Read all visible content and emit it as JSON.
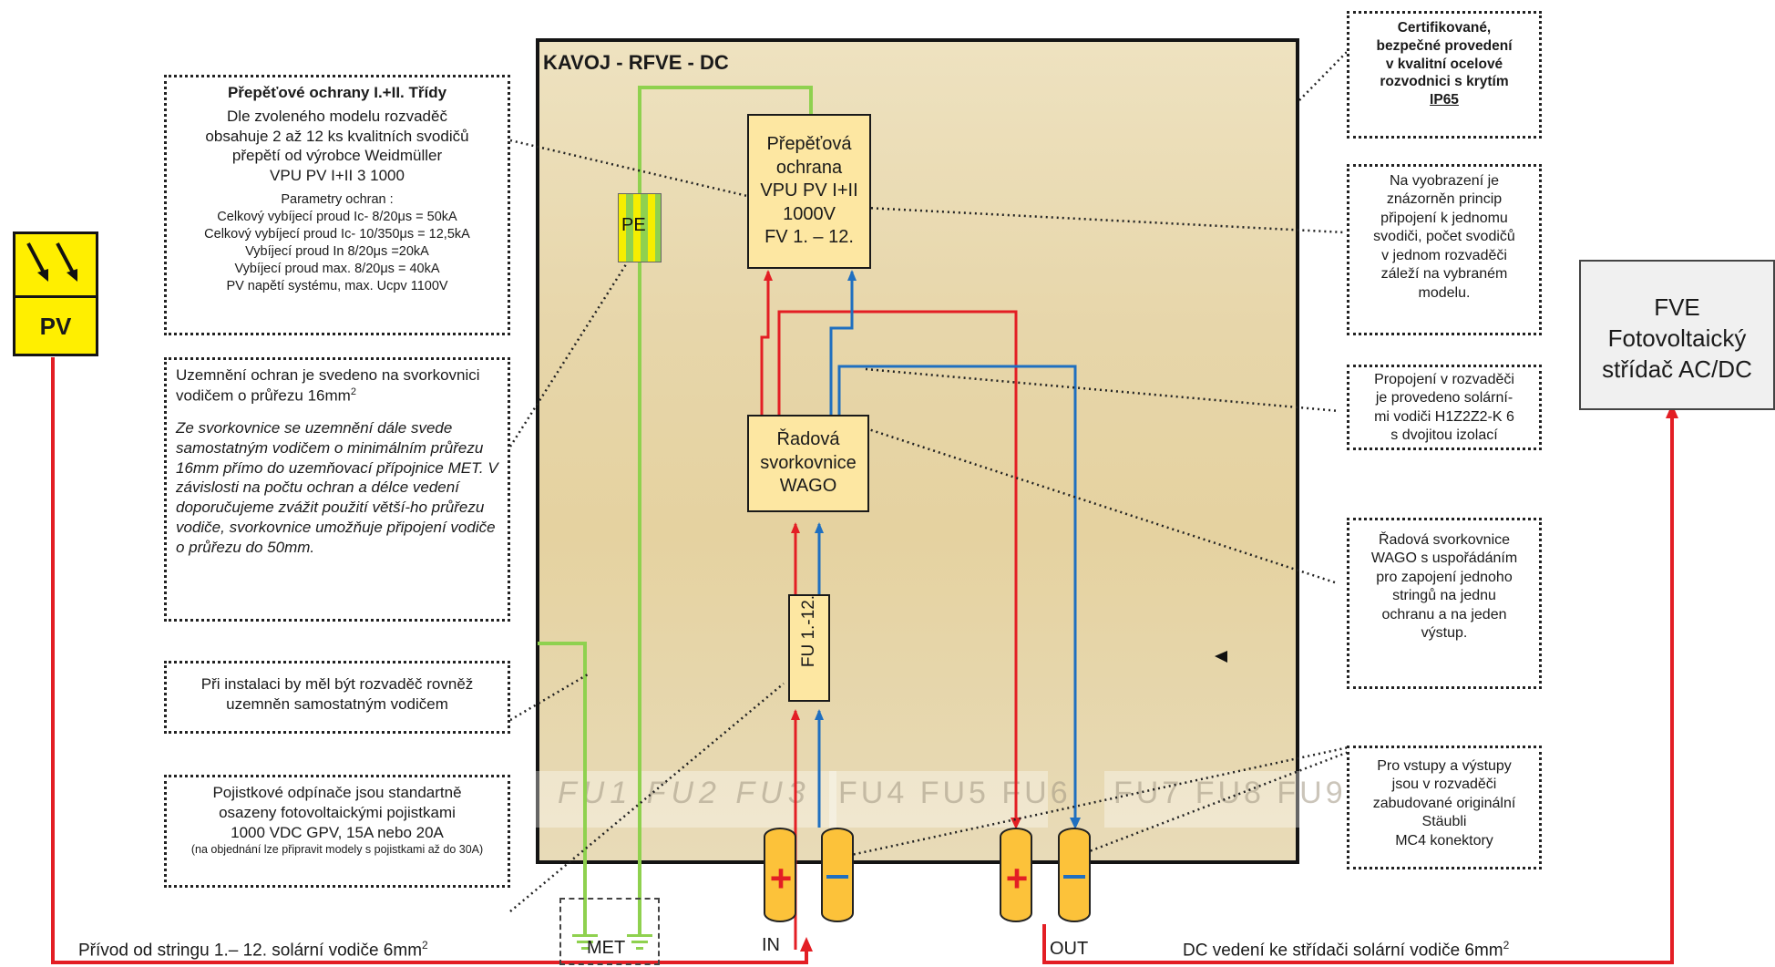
{
  "cabinet": {
    "title": "KAVOJ - RFVE - DC"
  },
  "pv": {
    "label": "PV"
  },
  "fve": {
    "line1": "FVE",
    "line2": "Fotovoltaický",
    "line3": "střídač AC/DC"
  },
  "components": {
    "surge": [
      "Přepěťová",
      "ochrana",
      "VPU PV I+II",
      "1000V",
      "FV 1. – 12."
    ],
    "pe": "PE",
    "terminal": [
      "Řadová",
      "svorkovnice",
      "WAGO"
    ],
    "fuse": "FU 1.-12.",
    "met": "MET",
    "fuse_labels_row": [
      "FU1",
      "FU2",
      "FU3",
      "FU4",
      "FU5",
      "FU6",
      "FU7",
      "FU8",
      "FU9"
    ]
  },
  "labels": {
    "in": "IN",
    "out": "OUT",
    "string_feed": "Přívod od stringu 1.– 12. solární vodiče 6mm",
    "dc_line": "DC vedení ke střídači solární vodiče 6mm",
    "sup2": "2"
  },
  "notes": {
    "surge_title": "Přepěťové ochrany I.+II. Třídy",
    "surge_body": [
      "Dle zvoleného modelu rozvaděč",
      "obsahuje 2 až 12 ks kvalitních svodičů",
      "přepětí od výrobce Weidmüller",
      "VPU PV I+II 3 1000"
    ],
    "params_title": "Parametry ochran :",
    "params": [
      "Celkový vybíjecí proud Ic- 8/20μs = 50kA",
      "Celkový vybíjecí proud Ic- 10/350μs = 12,5kA",
      "Vybíjecí proud In 8/20μs =20kA",
      "Vybíjecí proud max. 8/20μs = 40kA",
      "PV napětí systému, max. Ucpv 1100V"
    ],
    "grounding_intro": "Uzemnění ochran je svedeno na svorkovnici vodičem o průřezu 16mm",
    "grounding_italic": "Ze svorkovnice se uzemnění dále svede samostatným vodičem o minimálním průřezu 16mm přímo do uzemňovací přípojnice MET. V závislosti na počtu ochran a délce vedení doporučujeme zvážit použití větší-ho průřezu vodiče, svorkovnice umožňuje připojení vodiče o průřezu do 50mm.",
    "install": "Při instalaci by měl být rozvaděč rovněž uzemněn samostatným vodičem",
    "fuses": [
      "Pojistkové odpínače jsou standartně",
      "osazeny fotovoltaickými pojistkami",
      "1000 VDC GPV, 15A nebo 20A"
    ],
    "fuses_small": "(na objednání lze připravit modely s pojistkami až do 30A)",
    "certified": [
      "Certifikované,",
      "bezpečné provedení",
      "v kvalitní ocelové",
      "rozvodnici s krytím",
      "IP65"
    ],
    "principle": [
      "Na vyobrazení je",
      "znázorněn princip",
      "připojení k jednomu",
      "svodiči, počet svodičů",
      "v jednom rozvaděči",
      "záleží na vybraném",
      "modelu."
    ],
    "wiring": [
      "Propojení v rozvaděči",
      "je provedeno solární-",
      "mi vodiči H1Z2Z2-K 6",
      "s dvojitou izolací"
    ],
    "wago": [
      "Řadová svorkovnice",
      "WAGO s uspořádáním",
      "pro zapojení jednoho",
      "stringů na jednu",
      "ochranu a na jeden",
      "výstup."
    ],
    "connectors": [
      "Pro vstupy a výstupy",
      "jsou v rozvaděči",
      "zabudované originální",
      "Stäubli",
      "MC4 konektory"
    ]
  }
}
